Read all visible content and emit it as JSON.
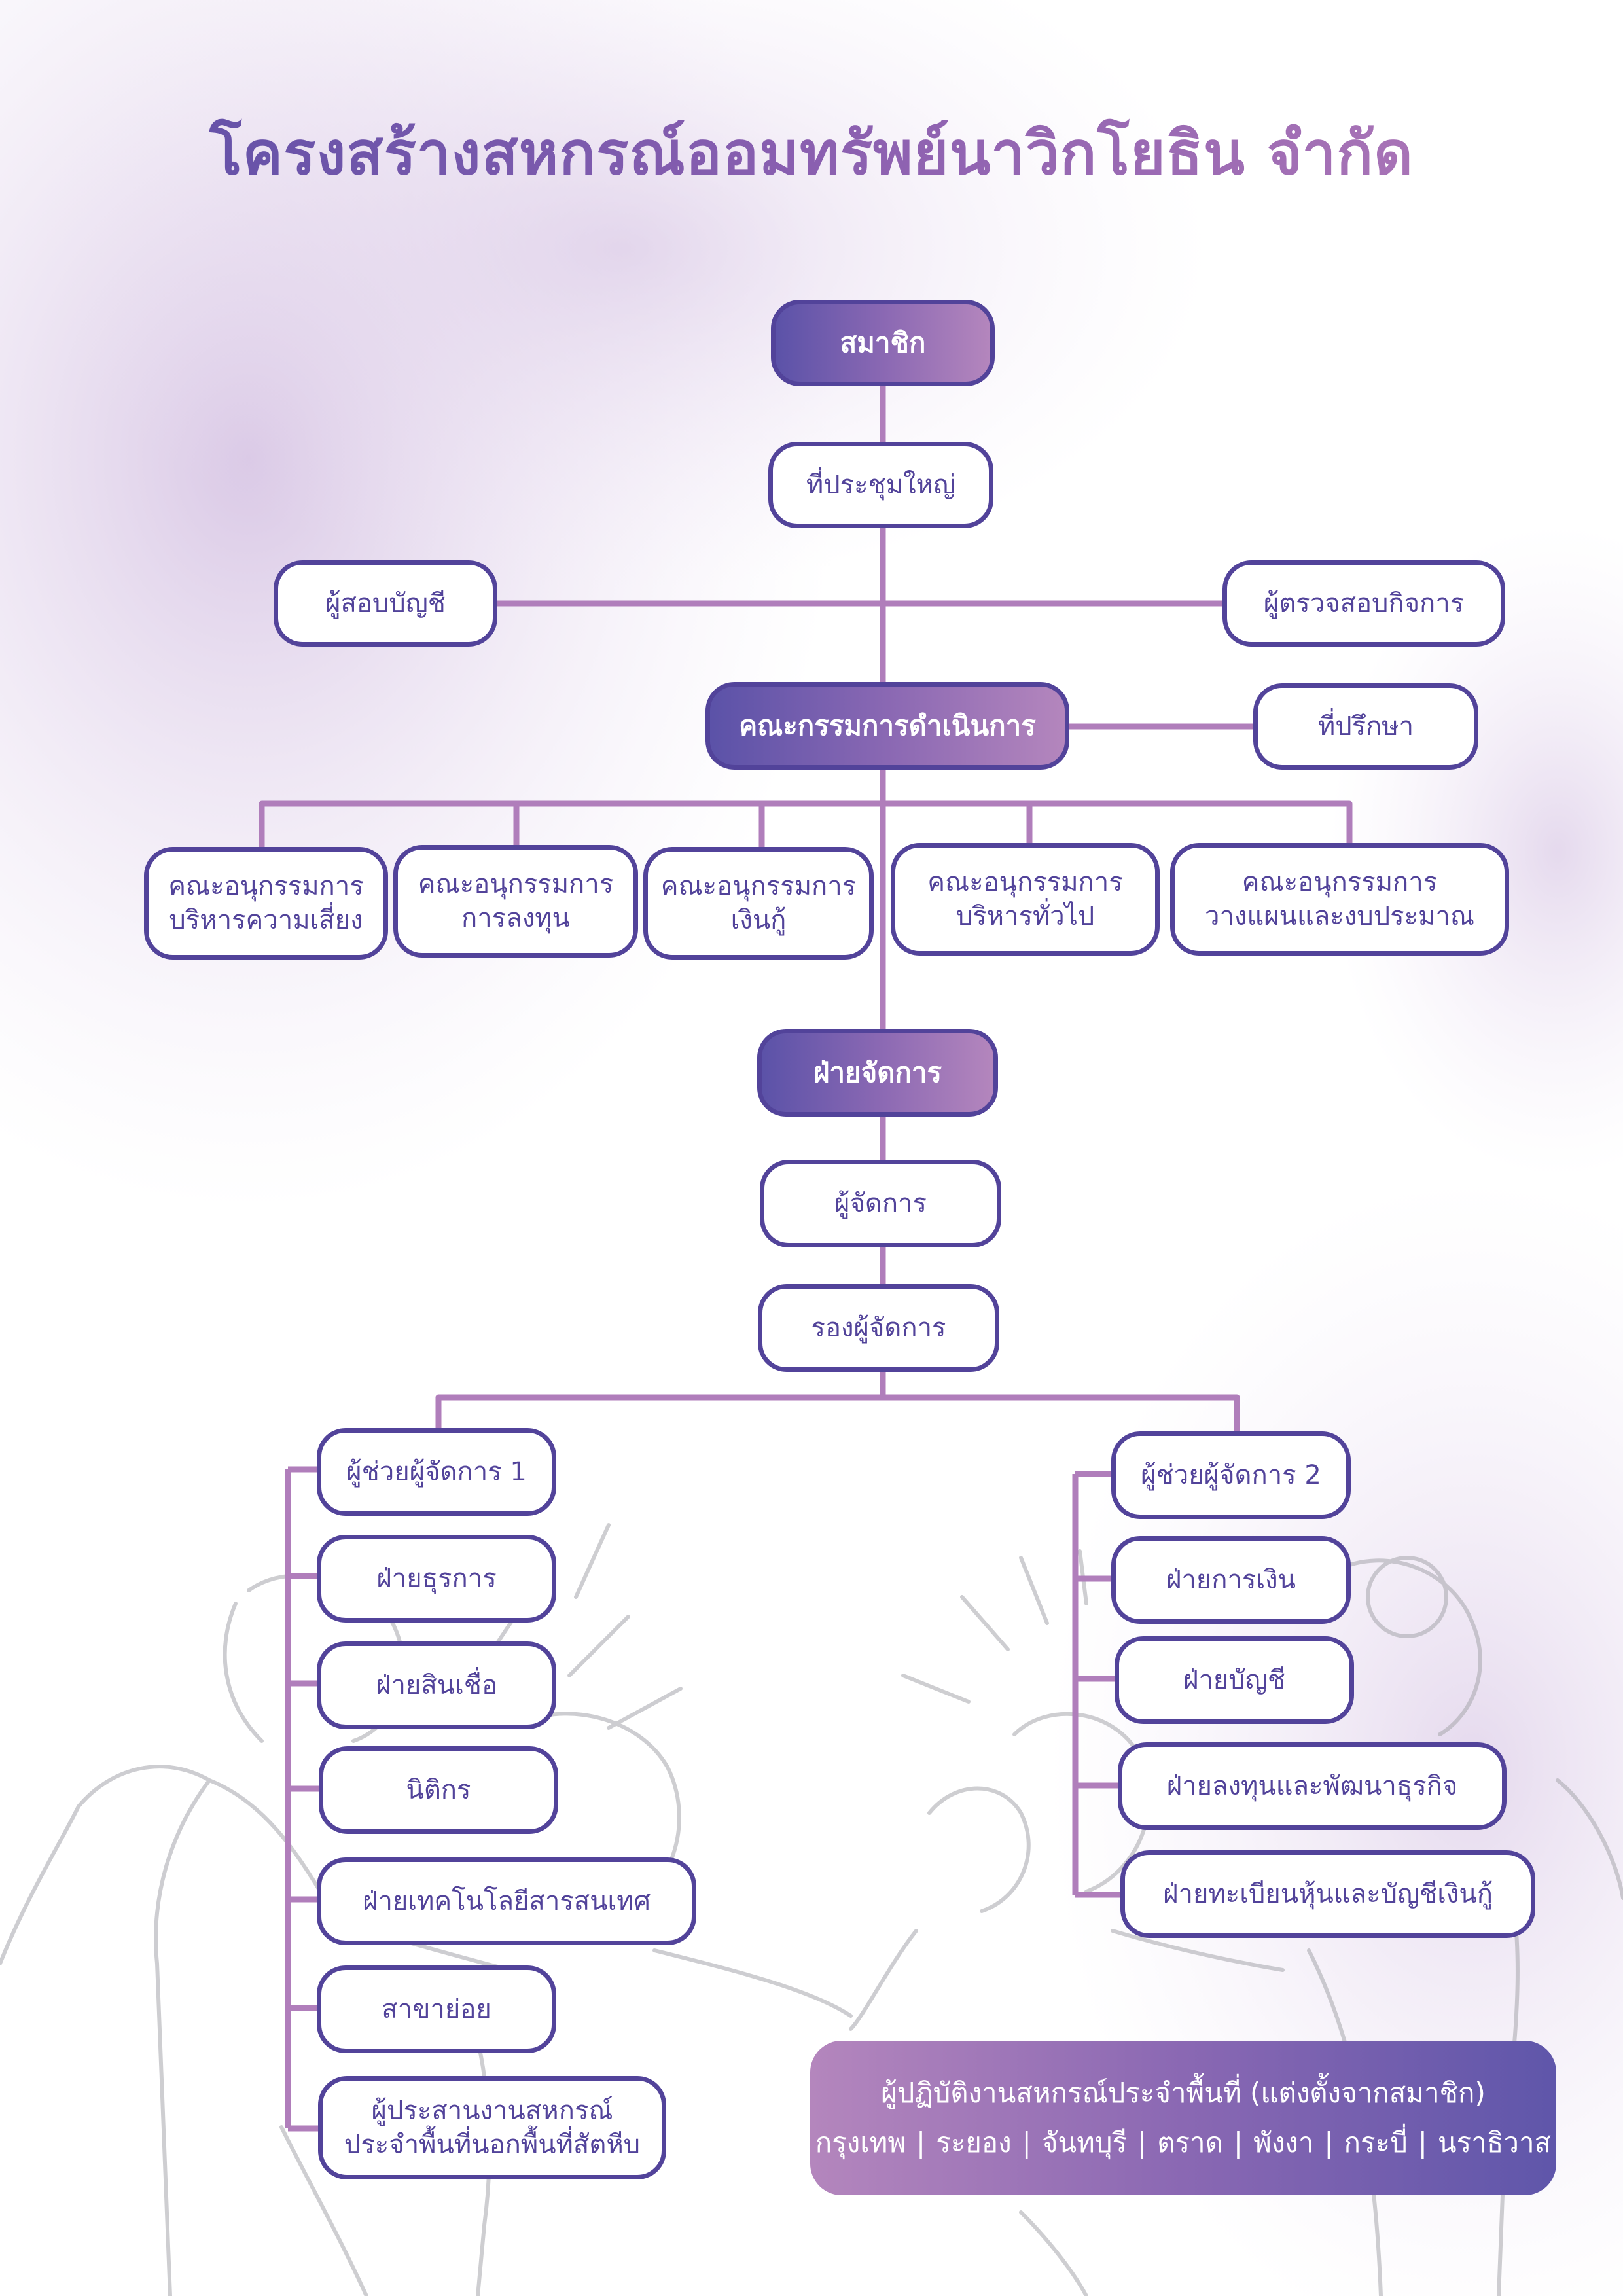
{
  "title": "โครงสร้างสหกรณ์ออมทรัพย์นาวิกโยธิน จำกัด",
  "colors": {
    "primary": "#52439a",
    "connector": "#b07ebb",
    "gradient_start": "#5b52a8",
    "gradient_end": "#b486bd"
  },
  "governance": {
    "members": "สมาชิก",
    "general_meeting": "ที่ประชุมใหญ่",
    "auditor": "ผู้สอบบัญชี",
    "business_inspector": "ผู้ตรวจสอบกิจการ",
    "board": "คณะกรรมการดำเนินการ",
    "advisor": "ที่ปรึกษา"
  },
  "subcommittees": [
    {
      "line1": "คณะอนุกรรมการ",
      "line2": "บริหารความเสี่ยง"
    },
    {
      "line1": "คณะอนุกรรมการ",
      "line2": "การลงทุน"
    },
    {
      "line1": "คณะอนุกรรมการ",
      "line2": "เงินกู้"
    },
    {
      "line1": "คณะอนุกรรมการ",
      "line2": "บริหารทั่วไป"
    },
    {
      "line1": "คณะอนุกรรมการ",
      "line2": "วางแผนและงบประมาณ"
    }
  ],
  "management": {
    "division": "ฝ่ายจัดการ",
    "manager": "ผู้จัดการ",
    "deputy_manager": "รองผู้จัดการ"
  },
  "assistant_1": {
    "title": "ผู้ช่วยผู้จัดการ 1",
    "departments": [
      "ฝ่ายธุรการ",
      "ฝ่ายสินเชื่อ",
      "นิติกร",
      "ฝ่ายเทคโนโลยีสารสนเทศ",
      "สาขาย่อย"
    ],
    "coordinator_line1": "ผู้ประสานงานสหกรณ์",
    "coordinator_line2": "ประจำพื้นที่นอกพื้นที่สัตหีบ"
  },
  "assistant_2": {
    "title": "ผู้ช่วยผู้จัดการ 2",
    "departments": [
      "ฝ่ายการเงิน",
      "ฝ่ายบัญชี",
      "ฝ่ายลงทุนและพัฒนาธุรกิจ",
      "ฝ่ายทะเบียนหุ้นและบัญชีเงินกู้"
    ]
  },
  "field_officers": {
    "heading": "ผู้ปฏิบัติงานสหกรณ์ประจำพื้นที่ (แต่งตั้งจากสมาชิก)",
    "provinces": [
      "กรุงเทพ",
      "ระยอง",
      "จันทบุรี",
      "ตราด",
      "พังงา",
      "กระบี่",
      "นราธิวาส"
    ],
    "separator": "|"
  }
}
